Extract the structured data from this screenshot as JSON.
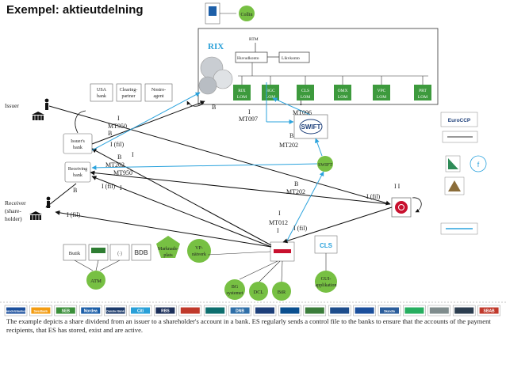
{
  "title": "Exempel: aktieutdelning",
  "caption": "The example depicts a share dividend from an issuer to a shareholder's account in a bank. ES regularly sends a control file to the banks to ensure that the accounts of the payment recipients, that ES has stored, exist and are active.",
  "colors": {
    "link": "#2ba3dd",
    "node_green": "#77c043",
    "box_green": "#3d9a3d",
    "rix_text": "#2aa0d8",
    "line": "#111111"
  },
  "rix": {
    "label": "RIX",
    "rtm": "RTM",
    "account_left": "Huvudkonto",
    "account_right": "Likvkonto",
    "loms": [
      {
        "l1": "RIX",
        "l2": "LOM"
      },
      {
        "l1": "BGC",
        "l2": "LOM"
      },
      {
        "l1": "CLS",
        "l2": "LOM"
      },
      {
        "l1": "OMX",
        "l2": "LOM"
      },
      {
        "l1": "VPC",
        "l2": "LOM"
      },
      {
        "l1": "PRT",
        "l2": "LOM"
      }
    ]
  },
  "collin": "Collin",
  "usa_bank": {
    "l1": "USA",
    "l2": "bank"
  },
  "clearing": {
    "l1": "Clearing-",
    "l2": "partner"
  },
  "nostro": {
    "l1": "Nostro-",
    "l2": "agent"
  },
  "issuer": "Issuer",
  "issuers_bank": {
    "l1": "Issuer's",
    "l2": "bank"
  },
  "receiving_bank": {
    "l1": "Receiving",
    "l2": "bank"
  },
  "receiver": {
    "l1": "Receiver",
    "l2": "(share-",
    "l3": "holder)"
  },
  "swift": "SWIFT",
  "swift_logo": "SWIFT",
  "butik": "Butik",
  "bdb": "BDB",
  "marknadsplats": {
    "l1": "Marknads-",
    "l2": "plats"
  },
  "vp_natverk": {
    "l1": "VP-",
    "l2": "nätverk"
  },
  "atm": "ATM",
  "bg_system": {
    "l1": "BG",
    "l2": "systemet"
  },
  "dcl": "DCL",
  "bir": "BiR",
  "gui": {
    "l1": "GUI-",
    "l2": "applikation"
  },
  "cls_logo": "CLS",
  "euroccp": "EuroCCP",
  "flow": {
    "b_rix": "B",
    "i_mt097": "I",
    "mt097": "MT097",
    "i_mt096": "I",
    "mt096": "MT096",
    "b_mt202": "B",
    "mt202": "MT202",
    "i_mt950": "I",
    "mt950_a": "MT950",
    "b_issuer": "B",
    "i_fil_issuer": "I (fil)",
    "i_b1": "I",
    "b_recv": "B",
    "mt202_recv": "MT202",
    "mt950_recv": "MT950",
    "b_left": "B",
    "i_fil_left": "I (fil)",
    "i_left": "I",
    "b_mt202_mid": "B",
    "mt202_mid": "MT202",
    "i_fil_right": "I (fil)",
    "i_i_right": "I  I",
    "i_fil_receiver": "I (fil)",
    "i_mt012": "I",
    "mt012": "MT012",
    "i_fil_es": "I (fil)",
    "i_es": "I"
  },
  "bank_logos": [
    "Handelsbanken",
    "Swedbank",
    "SEB",
    "Nordea",
    "Danske Bank",
    "Citi",
    "RBS",
    "",
    "",
    "DNB",
    "",
    "",
    "",
    "",
    "",
    "Skandia",
    "",
    "",
    "",
    "SBAB"
  ]
}
